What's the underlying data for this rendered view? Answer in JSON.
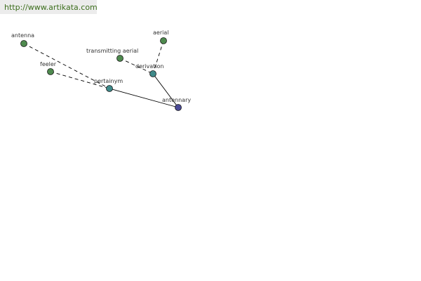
{
  "header": {
    "url": "http://www.artikata.com"
  },
  "colors": {
    "word_node": "#4e8a4e",
    "relation_node": "#3f8a8a",
    "root_node": "#4a4a96",
    "edge": "#000000"
  },
  "diagram": {
    "nodes": [
      {
        "id": "antenna",
        "label": "antenna",
        "kind": "word"
      },
      {
        "id": "feeler",
        "label": "feeler",
        "kind": "word"
      },
      {
        "id": "transmitting_aerial",
        "label": "transmitting aerial",
        "kind": "word"
      },
      {
        "id": "aerial",
        "label": "aerial",
        "kind": "word"
      },
      {
        "id": "pertainym",
        "label": "pertainym",
        "kind": "relation"
      },
      {
        "id": "derivation",
        "label": "derivation",
        "kind": "relation"
      },
      {
        "id": "antennary",
        "label": "antennary",
        "kind": "root"
      }
    ],
    "edges": [
      {
        "from": "antenna",
        "to": "pertainym",
        "style": "dashed"
      },
      {
        "from": "feeler",
        "to": "pertainym",
        "style": "dashed"
      },
      {
        "from": "transmitting_aerial",
        "to": "derivation",
        "style": "dashed"
      },
      {
        "from": "aerial",
        "to": "derivation",
        "style": "dashed"
      },
      {
        "from": "pertainym",
        "to": "antennary",
        "style": "solid"
      },
      {
        "from": "derivation",
        "to": "antennary",
        "style": "solid"
      }
    ]
  }
}
